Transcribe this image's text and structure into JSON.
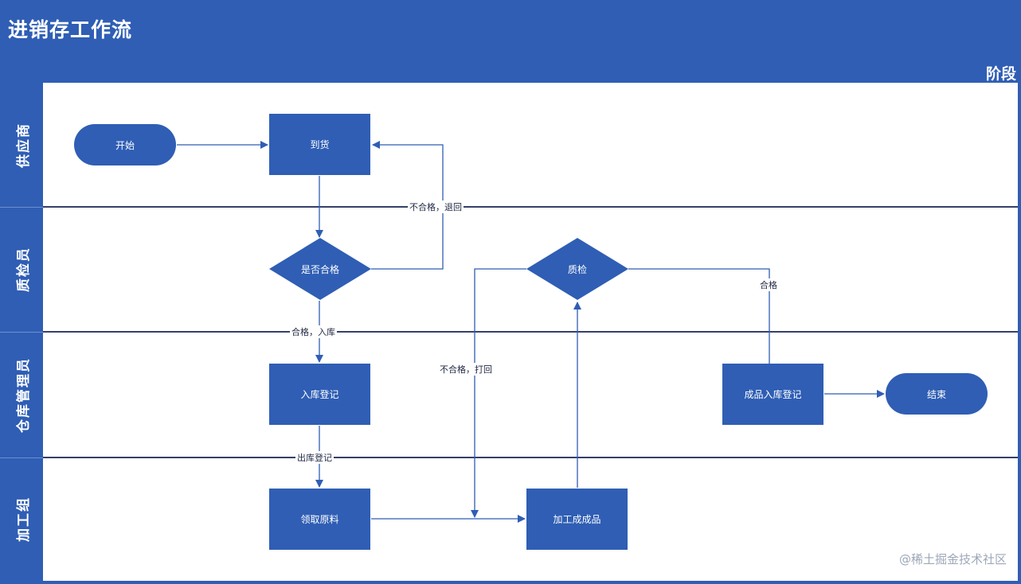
{
  "diagram": {
    "title": "进销存工作流",
    "phase_label": "阶段",
    "lanes": [
      "供应商",
      "质检员",
      "仓库管理员",
      "加工组"
    ],
    "nodes": {
      "start": "开始",
      "deliver": "到货",
      "inspect": "是否合格",
      "qc": "质检",
      "stock_in": "入库登记",
      "finished_in": "成品入库登记",
      "end": "结束",
      "pick_material": "领取原料",
      "process": "加工成成品"
    },
    "edges": {
      "reject_return": "不合格，退回",
      "pass_store": "合格，入库",
      "out_register": "出库登记",
      "reject_fight": "不合格，打回",
      "pass": "合格"
    },
    "colors": {
      "lane_header": "#2f5eb4",
      "node_fill": "#2f5eb4",
      "line": "#34406a"
    }
  },
  "watermark": "@稀土掘金技术社区"
}
